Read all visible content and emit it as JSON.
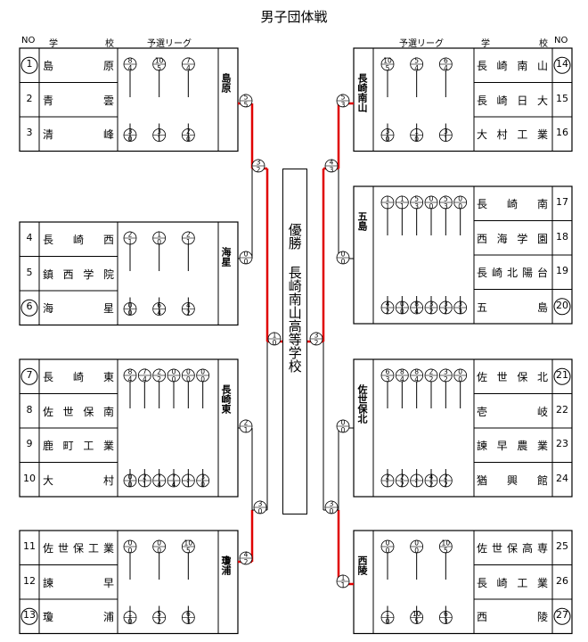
{
  "title": "男子団体戦",
  "headers": {
    "no": "NO",
    "school_a": "学",
    "school_b": "校",
    "league": "予選リーグ"
  },
  "groups": {
    "A": {
      "label": "島原",
      "teams": [
        {
          "no": "1",
          "name": "島原"
        },
        {
          "no": "2",
          "name": "青雲"
        },
        {
          "no": "3",
          "name": "清峰"
        }
      ]
    },
    "B": {
      "label": "海星",
      "teams": [
        {
          "no": "4",
          "name": "長崎西"
        },
        {
          "no": "5",
          "name": "鎮西学院"
        },
        {
          "no": "6",
          "name": "海星"
        }
      ]
    },
    "C": {
      "label": "長崎東",
      "teams": [
        {
          "no": "7",
          "name": "長崎東"
        },
        {
          "no": "8",
          "name": "佐世保南"
        },
        {
          "no": "9",
          "name": "鹿町工業"
        },
        {
          "no": "10",
          "name": "大村"
        }
      ]
    },
    "D": {
      "label": "瓊浦",
      "teams": [
        {
          "no": "11",
          "name": "佐世保工業"
        },
        {
          "no": "12",
          "name": "諫早"
        },
        {
          "no": "13",
          "name": "瓊浦"
        }
      ]
    },
    "E": {
      "label": "長崎南山",
      "teams": [
        {
          "no": "14",
          "name": "長崎南山"
        },
        {
          "no": "15",
          "name": "長崎日大"
        },
        {
          "no": "16",
          "name": "大村工業"
        }
      ]
    },
    "F": {
      "label": "五島",
      "teams": [
        {
          "no": "17",
          "name": "長崎南"
        },
        {
          "no": "18",
          "name": "西海学園"
        },
        {
          "no": "19",
          "name": "長崎北陽台"
        },
        {
          "no": "20",
          "name": "五島"
        }
      ]
    },
    "G": {
      "label": "佐世保北",
      "teams": [
        {
          "no": "21",
          "name": "佐世保北"
        },
        {
          "no": "22",
          "name": "壱岐"
        },
        {
          "no": "23",
          "name": "諫早農業"
        },
        {
          "no": "24",
          "name": "猶興館"
        }
      ]
    },
    "H": {
      "label": "西陵",
      "teams": [
        {
          "no": "25",
          "name": "佐世保高専"
        },
        {
          "no": "26",
          "name": "長崎工業"
        },
        {
          "no": "27",
          "name": "西陵"
        }
      ]
    }
  },
  "winner": {
    "label": "優勝",
    "school": "長崎南山高等学校"
  },
  "scores": {
    "A": [
      [
        "8",
        "4"
      ],
      [
        "10",
        "5"
      ],
      [
        "7",
        "4"
      ],
      [
        "3",
        "0"
      ],
      [
        "3",
        "1"
      ],
      [
        "2",
        "0"
      ]
    ],
    "B": [
      [
        "2",
        "1"
      ],
      [
        "1",
        "0"
      ],
      [
        "2",
        "1"
      ],
      [
        "0",
        "0"
      ],
      [
        "6",
        "4"
      ],
      [
        "4",
        "2"
      ]
    ],
    "C": [
      [
        "8",
        "4"
      ],
      [
        "7",
        "4"
      ],
      [
        "2",
        "2"
      ],
      [
        "0",
        "0"
      ],
      [
        "0",
        "0"
      ],
      [
        "0",
        "0"
      ],
      [
        "0",
        "0"
      ],
      [
        "2",
        "1"
      ],
      [
        "7",
        "4"
      ],
      [
        "7",
        "4"
      ],
      [
        "1",
        "1"
      ],
      [
        "3",
        "0"
      ]
    ],
    "D": [
      [
        "0",
        "0"
      ],
      [
        "0",
        "0"
      ],
      [
        "10",
        "5"
      ],
      [
        "1",
        "0"
      ],
      [
        "5",
        "2"
      ],
      [
        "6",
        "3"
      ]
    ],
    "E": [
      [
        "10",
        "5"
      ],
      [
        "5",
        "4"
      ],
      [
        "6",
        "4"
      ],
      [
        "3",
        "0"
      ],
      [
        "1",
        "0"
      ],
      [
        "3",
        "1"
      ]
    ],
    "F": [
      [
        "1",
        "1"
      ],
      [
        "1",
        "1"
      ],
      [
        "5",
        "3"
      ],
      [
        "0",
        "0"
      ],
      [
        "5",
        "3"
      ],
      [
        "0",
        "0"
      ],
      [
        "4",
        "2"
      ],
      [
        "0",
        "0"
      ],
      [
        "8",
        "4"
      ],
      [
        "3",
        "2"
      ],
      [
        "3",
        "2"
      ],
      [
        "3",
        "3"
      ]
    ],
    "G": [
      [
        "6",
        "3"
      ],
      [
        "8",
        "4"
      ],
      [
        "8",
        "4"
      ],
      [
        "2",
        "2"
      ],
      [
        "3",
        "2"
      ],
      [
        "0",
        "0"
      ],
      [
        "2",
        "1"
      ],
      [
        "2",
        "2"
      ],
      [
        "1",
        "1"
      ],
      [
        "4",
        "2"
      ],
      [
        "2",
        "2"
      ]
    ],
    "H": [
      [
        "0",
        "0"
      ],
      [
        "0",
        "0"
      ],
      [
        "10",
        "5"
      ],
      [
        "1",
        "0"
      ],
      [
        "10",
        "5"
      ],
      [
        "6",
        "3"
      ]
    ]
  },
  "bracket_scores": [
    [
      "5",
      "5"
    ],
    [
      "3",
      "2"
    ],
    [
      "0",
      "0"
    ],
    [
      "1",
      "0"
    ],
    [
      "2",
      "1"
    ],
    [
      "3",
      "0"
    ],
    [
      "4",
      "2"
    ],
    [
      "5",
      "3"
    ],
    [
      "4",
      "3"
    ],
    [
      "0",
      "0"
    ],
    [
      "3",
      "2"
    ],
    [
      "0",
      "0"
    ],
    [
      "3",
      "0"
    ],
    [
      "1",
      "1"
    ]
  ],
  "colors": {
    "line": "#000000",
    "winner_path": "#e00000"
  }
}
